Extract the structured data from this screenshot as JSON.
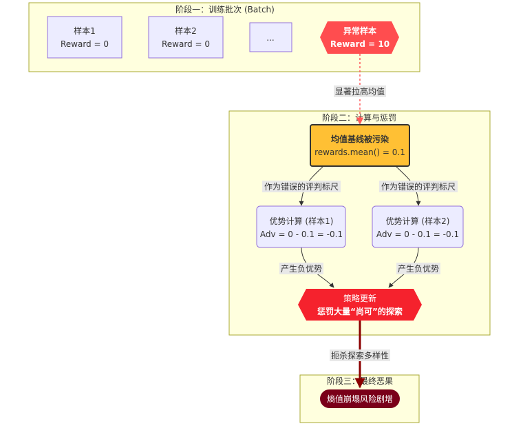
{
  "colors": {
    "cluster_fill": "#ffffde",
    "cluster_stroke": "#aaaa33",
    "node_fill": "#ececff",
    "node_stroke": "#9370db",
    "anomaly": "#ff4d4f",
    "baseline": "#ffc034",
    "update": "#f5222d",
    "outcome": "#7a0019",
    "thick_edge": "#8b0000"
  },
  "stage1": {
    "title": "阶段一：训练批次 (Batch)",
    "sample1": {
      "l1": "样本1",
      "l2": "Reward = 0"
    },
    "sample2": {
      "l1": "样本2",
      "l2": "Reward = 0"
    },
    "ellipsis": "...",
    "anomaly": {
      "l1": "异常样本",
      "l2": "Reward = 10"
    }
  },
  "edge_raise": "显著拉高均值",
  "stage2": {
    "title": "阶段二：计算与惩罚",
    "baseline": {
      "l1": "均值基线被污染",
      "l2": "rewards.mean() = 0.1"
    },
    "edge_ruler_1": "作为错误的评判标尺",
    "edge_ruler_2": "作为错误的评判标尺",
    "adv1": {
      "l1": "优势计算 (样本1)",
      "l2": "Adv = 0 - 0.1 = -0.1"
    },
    "adv2": {
      "l1": "优势计算 (样本2)",
      "l2": "Adv = 0 - 0.1 = -0.1"
    },
    "edge_neg_1": "产生负优势",
    "edge_neg_2": "产生负优势",
    "update": {
      "l1": "策略更新",
      "l2": "惩罚大量“尚可”的探索"
    }
  },
  "edge_kill": "扼杀探索多样性",
  "stage3": {
    "title": "阶段三：最终恶果",
    "outcome": "熵值崩塌风险剧增"
  }
}
